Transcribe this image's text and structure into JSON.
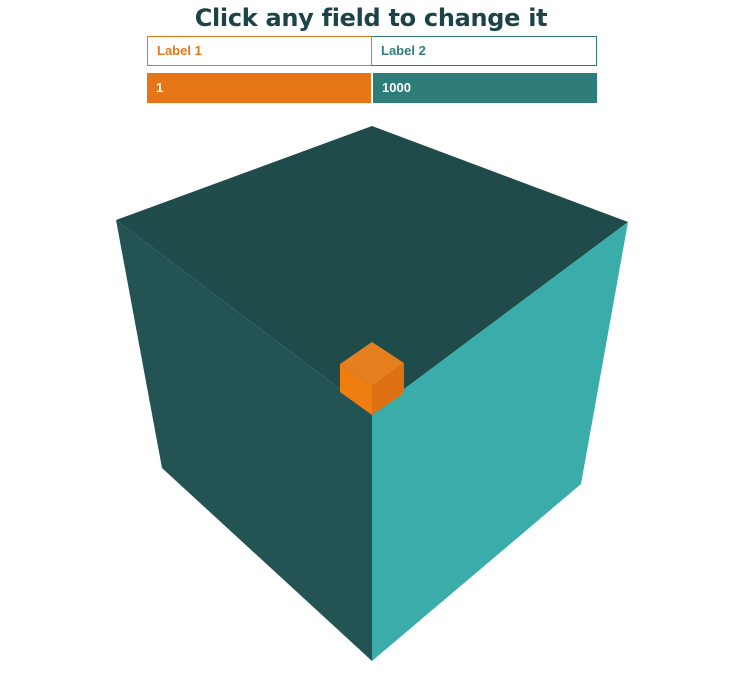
{
  "header": {
    "title": "Click any field to change it"
  },
  "fields": {
    "label_1": "Label 1",
    "label_2": "Label 2",
    "value_1": "1",
    "value_2": "1000"
  },
  "colors": {
    "title": "#1c4447",
    "series_1": "#e67615",
    "series_2": "#2e7d7a",
    "cube_top": "#1f4b4b",
    "cube_left": "#235453",
    "cube_right": "#3aacaa",
    "small_cube_top": "#e6801e",
    "small_cube_left": "#ef7d10",
    "small_cube_right": "#dd7010"
  }
}
